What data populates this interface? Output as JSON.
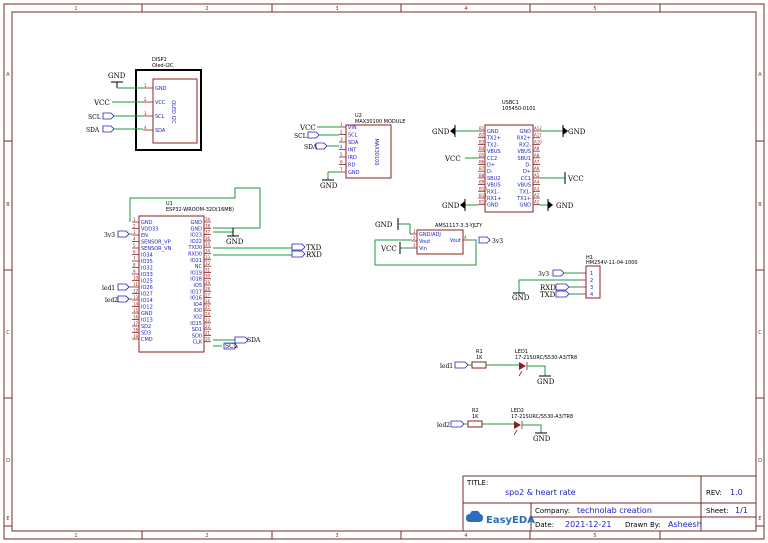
{
  "zones_top": [
    "1",
    "2",
    "3",
    "4",
    "5"
  ],
  "zones_side": [
    "A",
    "B",
    "C",
    "D",
    "E"
  ],
  "disp1": {
    "ref": "DISP1",
    "value": "Oled-I2C",
    "label": "OLED I2C",
    "pins": [
      "GND",
      "VCC",
      "SCL",
      "SDA"
    ],
    "pin_nums": [
      "1",
      "2",
      "3",
      "4"
    ]
  },
  "u2": {
    "ref": "U2",
    "value": "MAX30100 MODULE",
    "label": "MAX30100",
    "pins": [
      "VIN",
      "SCL",
      "SDA",
      "INT",
      "IRD",
      "RD",
      "GND"
    ],
    "pin_nums": [
      "1",
      "2",
      "3",
      "4",
      "5",
      "6",
      "7"
    ]
  },
  "usbc1": {
    "ref": "USBC1",
    "value": "105450-0101",
    "left_pins": [
      "GND",
      "TX2+",
      "TX2-",
      "VBUS",
      "CC2",
      "D+",
      "D-",
      "SBU2",
      "VBUS",
      "RX1-",
      "RX1+",
      "GND"
    ],
    "left_nums": [
      "B1",
      "B2",
      "B3",
      "B4",
      "B5",
      "B6",
      "B7",
      "B8",
      "B9",
      "B10",
      "B11",
      "B12"
    ],
    "right_pins": [
      "GND",
      "RX2+",
      "RX2-",
      "VBUS",
      "SBU1",
      "D-",
      "D+",
      "CC1",
      "VBUS",
      "TX1-",
      "TX1+",
      "GND"
    ],
    "right_nums": [
      "A12",
      "A11",
      "A10",
      "A9",
      "A8",
      "A7",
      "A6",
      "A5",
      "A4",
      "A3",
      "A2",
      "A1"
    ]
  },
  "u1": {
    "ref": "U1",
    "value": "ESP32-WROOM-32D(16MB)",
    "left_pins": [
      "GND",
      "VDD33",
      "EN",
      "SENSOR_VP",
      "SENSOR_VN",
      "IO34",
      "IO35",
      "IO32",
      "IO33",
      "IO25",
      "IO26",
      "IO27",
      "IO14",
      "IO12",
      "GND",
      "IO13",
      "SD2",
      "SD3",
      "CMD"
    ],
    "right_pins": [
      "GND",
      "GND",
      "IO23",
      "IO22",
      "TXD0",
      "RXD0",
      "IO21",
      "NC",
      "IO19",
      "IO18",
      "IO5",
      "IO17",
      "IO16",
      "IO4",
      "IO0",
      "IO2",
      "IO15",
      "SD1",
      "SD0",
      "CLK"
    ],
    "left_nums": [
      "1",
      "2",
      "3",
      "4",
      "5",
      "6",
      "7",
      "8",
      "9",
      "10",
      "11",
      "12",
      "13",
      "14",
      "15",
      "16",
      "17",
      "18",
      "19"
    ],
    "right_nums": [
      "39",
      "38",
      "37",
      "36",
      "35",
      "34",
      "33",
      "32",
      "31",
      "30",
      "29",
      "28",
      "27",
      "26",
      "25",
      "24",
      "23",
      "22",
      "21",
      "20"
    ]
  },
  "reg": {
    "ref": "AMS1117-3.3-YJLTY",
    "pins_left": [
      "GND/ADJ",
      "Vout",
      "Vin"
    ],
    "pin_right": "Vout",
    "nums_left": [
      "1",
      "2",
      "3"
    ],
    "num_right": "4"
  },
  "h1": {
    "ref": "H1",
    "value": "HM254V-11-04-1000",
    "pins": [
      "1",
      "2",
      "3",
      "4"
    ]
  },
  "r1": {
    "ref": "R1",
    "value": "1K"
  },
  "r2": {
    "ref": "R2",
    "value": "1K"
  },
  "led1": {
    "ref": "LED1",
    "value": "17-21SURC/S530-A3/TR8"
  },
  "led2": {
    "ref": "LED2",
    "value": "17-21SURC/S530-A3/TR8"
  },
  "nets": {
    "gnd": "GND",
    "vcc": "VCC",
    "scl": "SCL",
    "sda": "SDA",
    "v33": "3v3",
    "txd": "TXD",
    "rxd": "RXD",
    "led1": "led1",
    "led2": "led2"
  },
  "title_block": {
    "title_label": "TITLE:",
    "title": "spo2 & heart rate",
    "rev_label": "REV:",
    "rev": "1.0",
    "company_label": "Company:",
    "company": "technolab creation",
    "sheet_label": "Sheet:",
    "sheet": "1/1",
    "date_label": "Date:",
    "date": "2021-12-21",
    "drawn_label": "Drawn By:",
    "drawn": "Asheesh",
    "logo": "EasyEDA"
  },
  "colors": {
    "frame": "#7a2a2a",
    "wire": "#1a9a3c",
    "body": "#8b2020",
    "pin_name": "#2020c0"
  }
}
